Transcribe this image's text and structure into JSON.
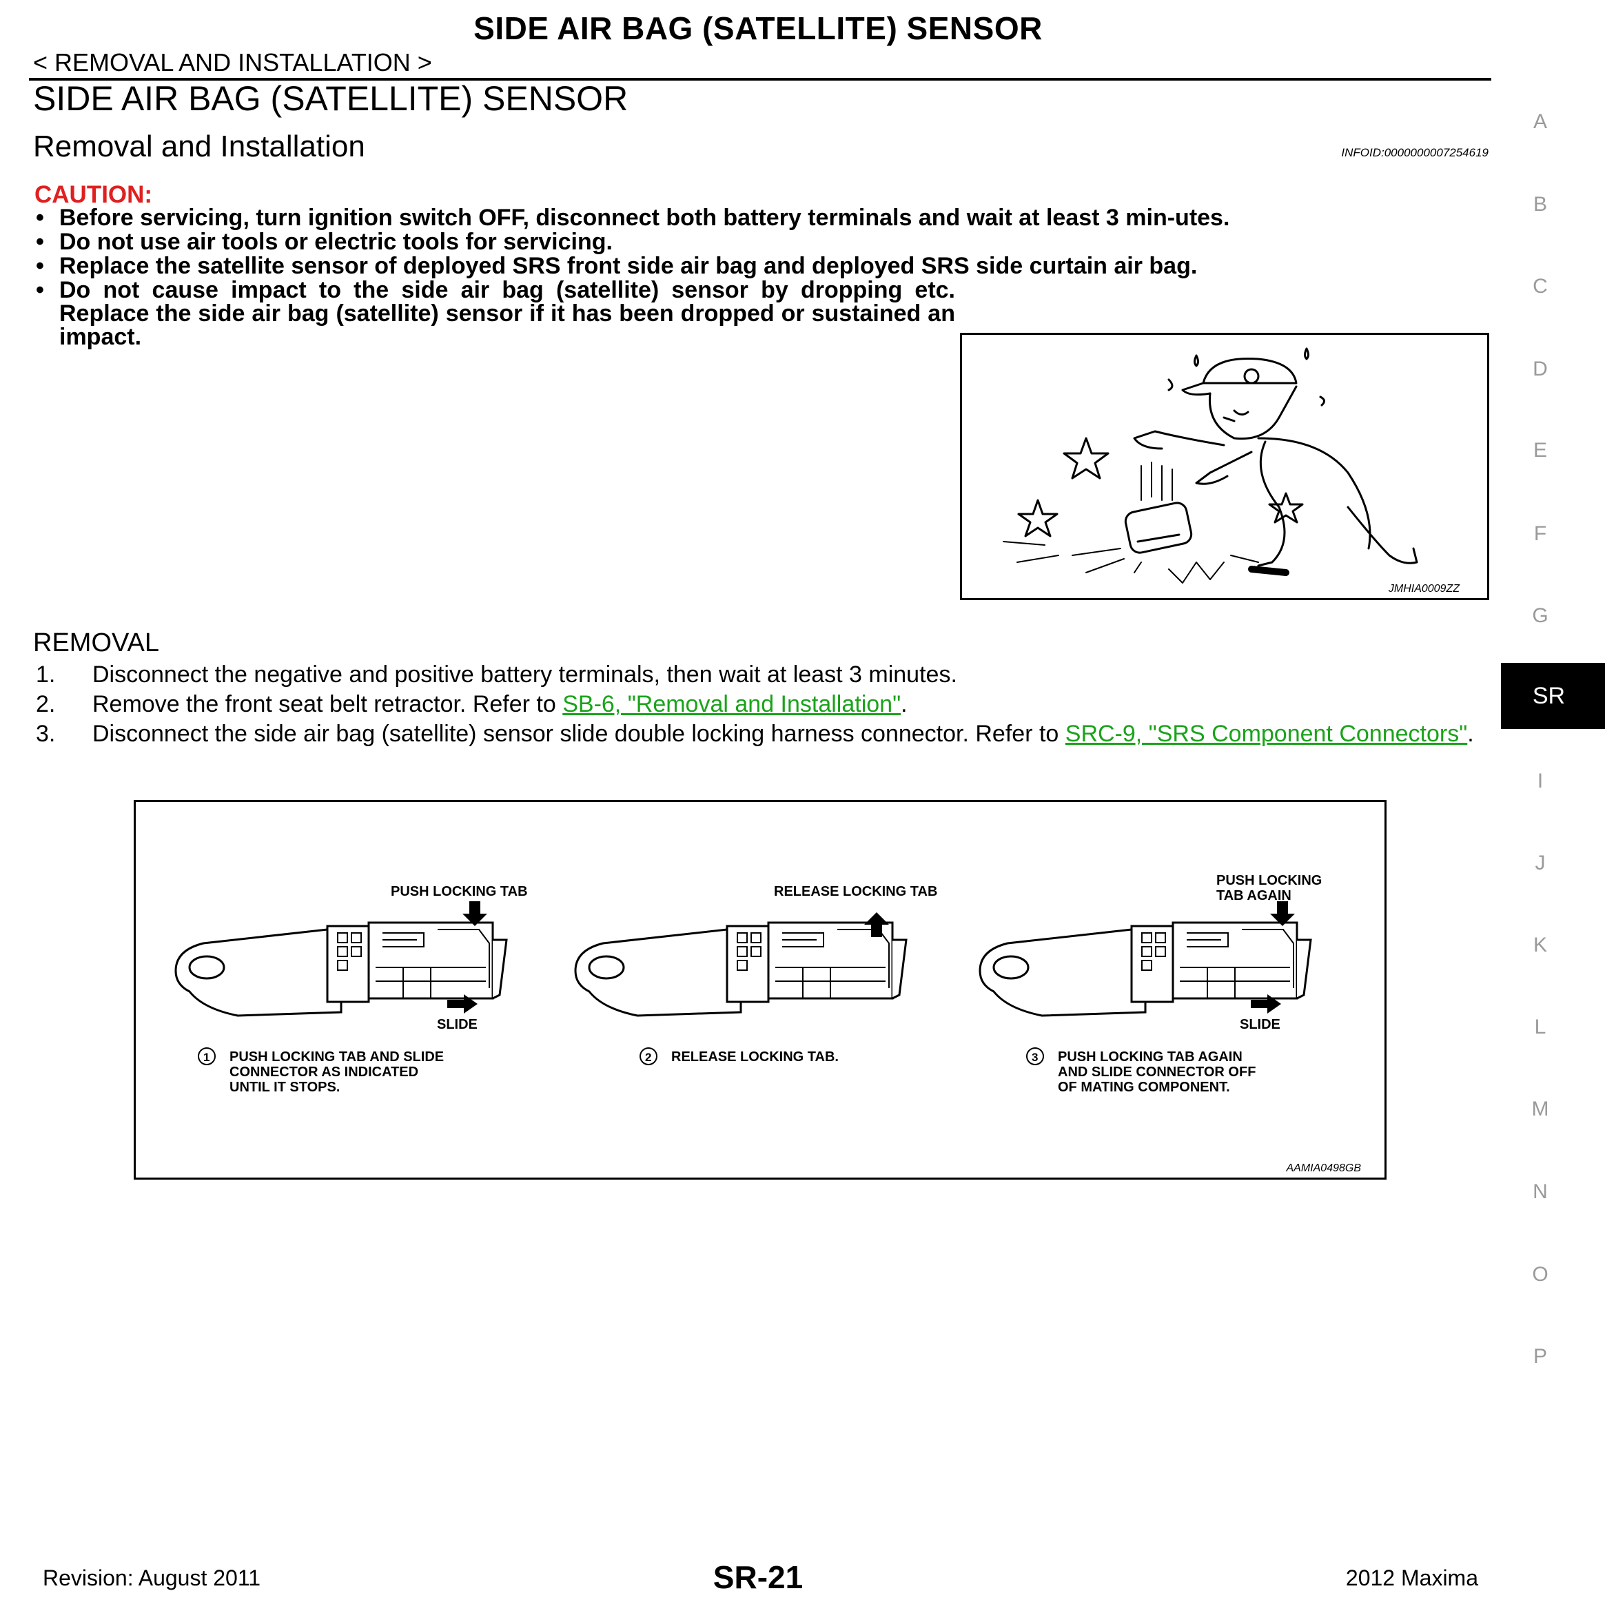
{
  "header": {
    "title": "SIDE AIR BAG (SATELLITE) SENSOR",
    "breadcrumb": "< REMOVAL AND INSTALLATION >"
  },
  "section_title": "SIDE AIR BAG (SATELLITE) SENSOR",
  "subsection_title": "Removal and Installation",
  "info_id": "INFOID:0000000007254619",
  "caution": {
    "label": "CAUTION:",
    "items": [
      "Before servicing, turn ignition switch OFF, disconnect both battery terminals and wait at least 3 min-utes.",
      "Do not use air tools or electric tools for servicing.",
      "Replace the satellite sensor of deployed SRS front side air bag and deployed SRS side curtain air bag.",
      "Do not cause impact to the side air bag (satellite) sensor by dropping etc. Replace the side air bag (satellite) sensor if it has been dropped or sustained an impact."
    ]
  },
  "figure1": {
    "code": "JMHIA0009ZZ"
  },
  "removal": {
    "title": "REMOVAL",
    "steps": [
      {
        "num": "1.",
        "text": "Disconnect the negative and positive battery terminals, then wait at least 3 minutes."
      },
      {
        "num": "2.",
        "text_before": "Remove the front seat belt retractor. Refer to ",
        "link": "SB-6, \"Removal and Installation\"",
        "text_after": "."
      },
      {
        "num": "3.",
        "text_before": "Disconnect the side air bag (satellite) sensor slide double locking harness connector. Refer to ",
        "link": "SRC-9, \"SRS Component Connectors\"",
        "text_after": "."
      }
    ]
  },
  "figure2": {
    "code": "AAMIA0498GB",
    "top_labels": [
      "PUSH LOCKING TAB",
      "RELEASE LOCKING TAB",
      "PUSH LOCKING",
      "TAB AGAIN"
    ],
    "slide_label": "SLIDE",
    "steps": [
      {
        "num": "1",
        "lines": [
          "PUSH LOCKING TAB AND SLIDE",
          "CONNECTOR AS INDICATED",
          "UNTIL IT STOPS."
        ]
      },
      {
        "num": "2",
        "lines": [
          "RELEASE LOCKING TAB."
        ]
      },
      {
        "num": "3",
        "lines": [
          "PUSH LOCKING TAB AGAIN",
          "AND SLIDE CONNECTOR OFF",
          "OF MATING COMPONENT."
        ]
      }
    ]
  },
  "side_tabs": [
    "A",
    "B",
    "C",
    "D",
    "E",
    "F",
    "G",
    "SR",
    "I",
    "J",
    "K",
    "L",
    "M",
    "N",
    "O",
    "P"
  ],
  "side_tab_active": "SR",
  "footer": {
    "revision": "Revision: August 2011",
    "page": "SR-21",
    "model": "2012 Maxima"
  }
}
